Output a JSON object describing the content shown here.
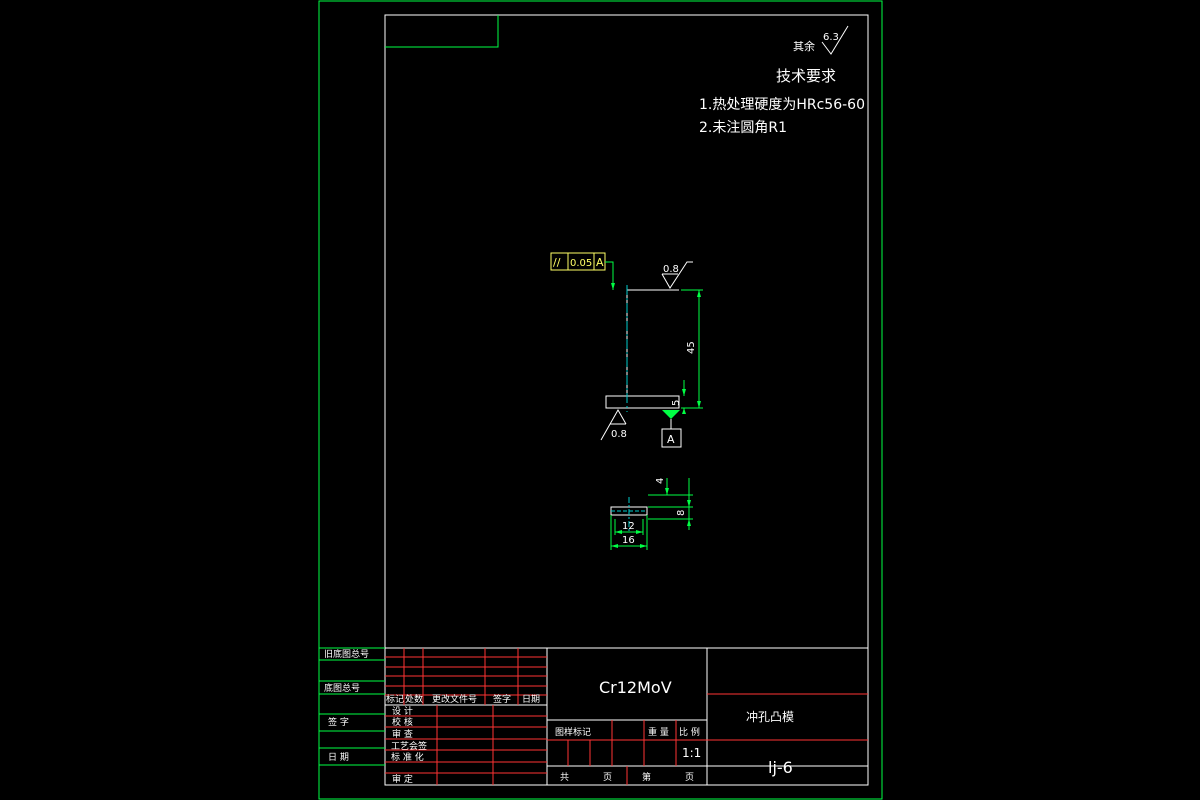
{
  "colors": {
    "frame": "#00ff44",
    "title_grid": "#ff3333",
    "dimension": "#00ff44",
    "annotation": "#ffff66",
    "text": "#ffffff",
    "centerline": "#00cccc",
    "background": "#000000"
  },
  "surface_finish": {
    "prefix": "其余",
    "value": "6.3"
  },
  "technical_requirements": {
    "heading": "技术要求",
    "items": [
      "1.热处理硬度为HRc56-60",
      "2.未注圆角R1"
    ]
  },
  "tolerance_frame": {
    "symbol": "//",
    "value": "0.05",
    "datum": "A"
  },
  "roughness_top": "0.8",
  "roughness_bottom": "0.8",
  "datum_label": "A",
  "dimensions": {
    "overall_height": "45",
    "head_height": "5",
    "detail_top": "4",
    "detail_height": "8",
    "detail_inner_width": "12",
    "detail_outer_width": "16"
  },
  "left_strip": {
    "labels": [
      "旧底图总号",
      "底图总号",
      "签  字",
      "日  期"
    ]
  },
  "title_block": {
    "material": "Cr12MoV",
    "part_name": "冲孔凸模",
    "drawing_number": "lj-6",
    "revision_headers": [
      "标记",
      "处数",
      "更改文件号",
      "签字",
      "日期"
    ],
    "signature_rows": [
      "设  计",
      "校  核",
      "审  查",
      "工艺会签",
      "标 准 化",
      "审  定"
    ],
    "stage_label": "图样标记",
    "weight_label": "重 量",
    "scale_label": "比 例",
    "scale_value": "1:1",
    "sheet_total_label": "共",
    "sheet_label": "页",
    "sheet_no_label": "第",
    "sheet_no_suffix": "页"
  }
}
